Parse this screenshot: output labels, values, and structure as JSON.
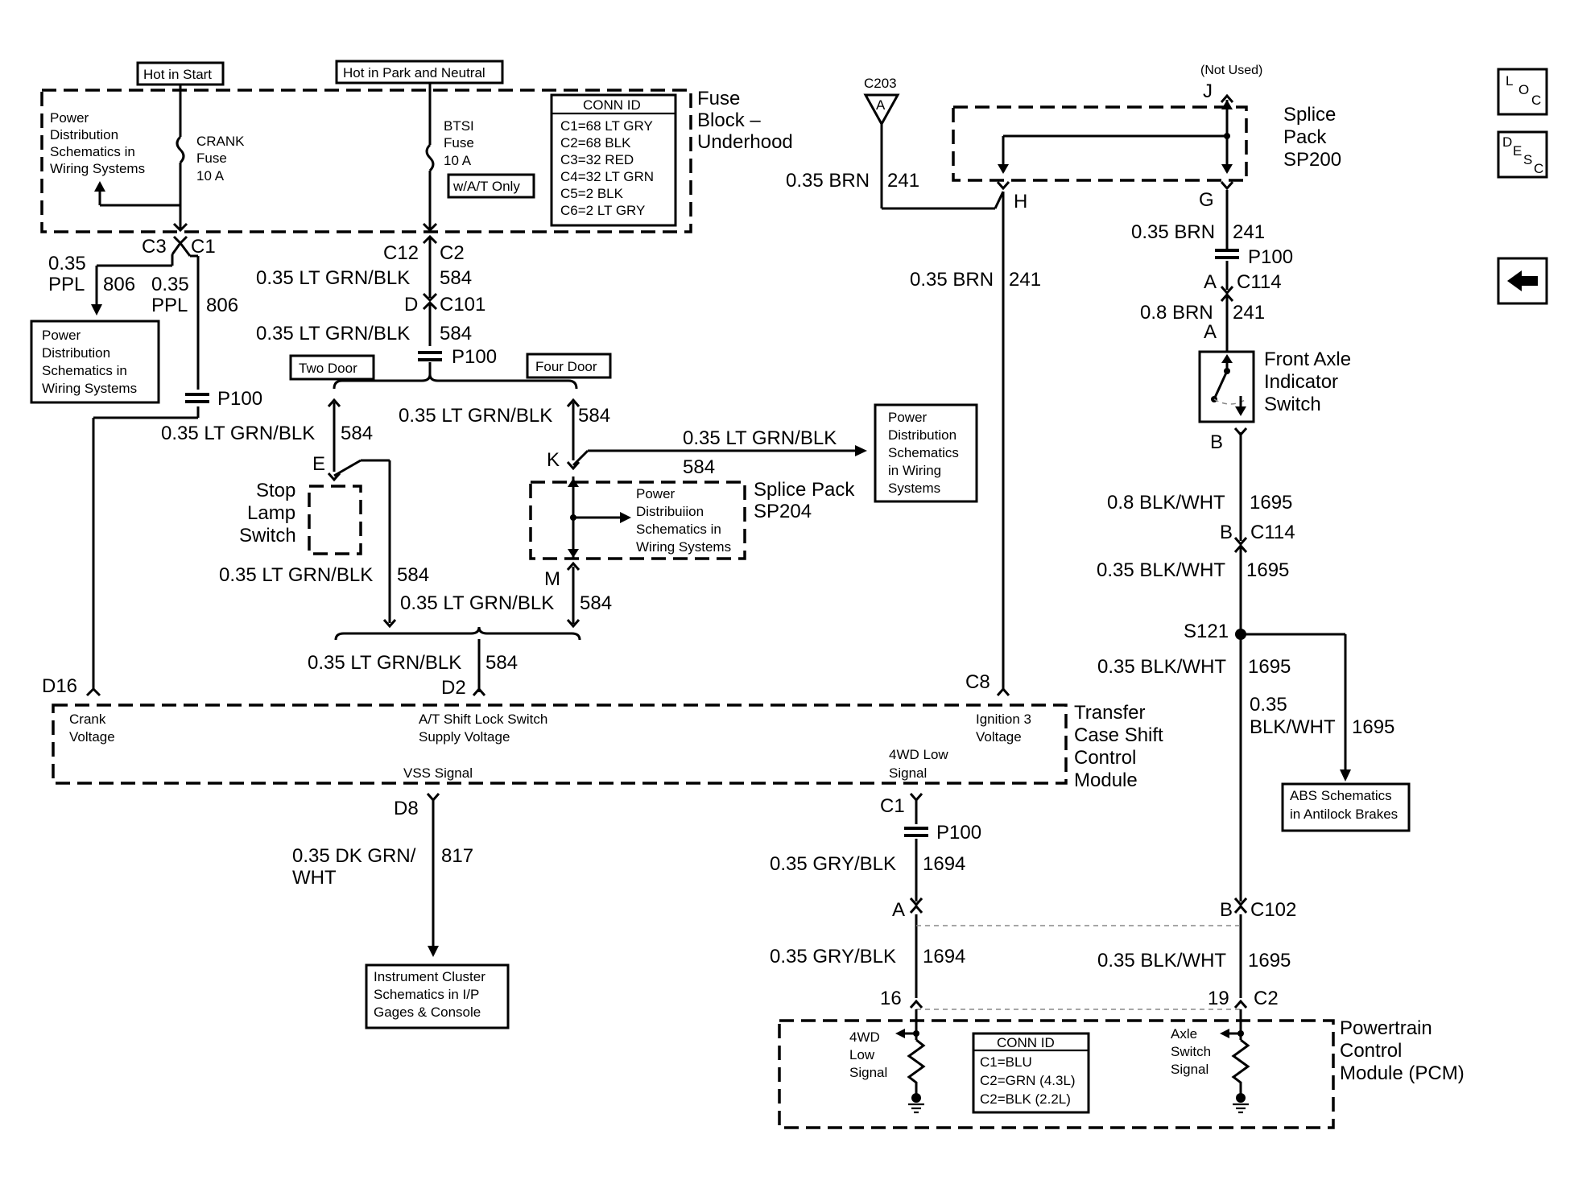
{
  "nav": {
    "loc_L": "L",
    "loc_O": "O",
    "loc_C": "C",
    "desc_D": "D",
    "desc_E": "E",
    "desc_S": "S",
    "desc_C": "C"
  },
  "fuse_block": {
    "title_l1": "Fuse",
    "title_l2": "Block –",
    "title_l3": "Underhood",
    "hot_start": "Hot in Start",
    "hot_park": "Hot in Park and Neutral",
    "pd_l1": "Power",
    "pd_l2": "Distribution",
    "pd_l3": "Schematics in",
    "pd_l4": "Wiring Systems",
    "crank_l1": "CRANK",
    "crank_l2": "Fuse",
    "crank_l3": "10 A",
    "btsi_l1": "BTSI",
    "btsi_l2": "Fuse",
    "btsi_l3": "10 A",
    "at_only": "w/A/T Only",
    "conn_title": "CONN ID",
    "conn": [
      "C1=68 LT GRY",
      "C2=68 BLK",
      "C3=32 RED",
      "C4=32 LT GRN",
      "C5=2 BLK",
      "C6=2 LT GRY"
    ]
  },
  "labels": {
    "c3": "C3",
    "c1": "C1",
    "c12": "C12",
    "c2": "C2",
    "ppl": "0.35",
    "ppl2": "PPL",
    "n806": "806",
    "ppl_b": "0.35",
    "ppl_b2": "PPL",
    "n806_b": "806",
    "w584_a": "0.35 LT GRN/BLK",
    "n584_a": "584",
    "d": "D",
    "c101": "C101",
    "w584_b": "0.35 LT GRN/BLK",
    "n584_b": "584",
    "p100_a": "P100",
    "p100_b": "P100",
    "two_door": "Two Door",
    "four_door": "Four Door",
    "w584_c": "0.35 LT GRN/BLK",
    "n584_c": "584",
    "w584_d": "0.35 LT GRN/BLK",
    "n584_d": "584",
    "w584_e": "0.35 LT GRN/BLK",
    "n584_e": "584",
    "e": "E",
    "k": "K",
    "m": "M",
    "stop_l1": "Stop",
    "stop_l2": "Lamp",
    "stop_l3": "Switch",
    "w584_f": "0.35 LT GRN/BLK",
    "n584_f": "584",
    "w584_g": "0.35 LT GRN/BLK",
    "n584_g": "584",
    "w584_h": "0.35 LT GRN/BLK",
    "n584_h": "584",
    "sp204_l1": "Splice Pack",
    "sp204_l2": "SP204",
    "pd2_l1": "Power",
    "pd2_l2": "Distribution",
    "pd2_l3": "Schematics in",
    "pd2_l4": "Wiring Systems",
    "pd3_l1": "Power",
    "pd3_l2": "Distribution",
    "pd3_l3": "Schematics",
    "pd3_l4": "in Wiring",
    "pd3_l5": "Systems",
    "pd4_l1": "Power",
    "pd4_l2": "Distribuiion",
    "pd4_l3": "Schematics in",
    "pd4_l4": "Wiring Systems",
    "d16": "D16",
    "d2": "D2",
    "c8": "C8",
    "d8": "D8",
    "c203": "C203",
    "a_tri": "A",
    "brn_a": "0.35 BRN",
    "n241_a": "241",
    "brn_b": "0.35 BRN",
    "n241_b": "241",
    "h": "H",
    "g": "G",
    "j": "J",
    "not_used": "(Not Used)",
    "sp200_l1": "Splice",
    "sp200_l2": "Pack",
    "sp200_l3": "SP200",
    "brn_c": "0.35 BRN",
    "n241_c": "241",
    "p100_c": "P100",
    "a_c114": "A",
    "c114_a": "C114",
    "brn_d": "0.8 BRN",
    "n241_d": "241",
    "a_sw": "A",
    "fa_l1": "Front Axle",
    "fa_l2": "Indicator",
    "fa_l3": "Switch",
    "b_sw": "B",
    "bw_a": "0.8 BLK/WHT",
    "n1695_a": "1695",
    "b_c114": "B",
    "c114_b": "C114",
    "bw_b": "0.35 BLK/WHT",
    "n1695_b": "1695",
    "s121": "S121",
    "bw_c": "0.35 BLK/WHT",
    "n1695_c": "1695",
    "bw_d1": "0.35",
    "bw_d2": "BLK/WHT",
    "n1695_d": "1695",
    "abs_l1": "ABS Schematics",
    "abs_l2": "in Antilock Brakes",
    "tcm_l1": "Transfer",
    "tcm_l2": "Case Shift",
    "tcm_l3": "Control",
    "tcm_l4": "Module",
    "crank_v1": "Crank",
    "crank_v2": "Voltage",
    "at_v1": "A/T Shift Lock Switch",
    "at_v2": "Supply Voltage",
    "ign_v1": "Ignition 3",
    "ign_v2": "Voltage",
    "vss": "VSS Signal",
    "wd_s1": "4WD Low",
    "wd_s2": "Signal",
    "dk_a": "0.35 DK GRN/",
    "dk_b": "WHT",
    "n817": "817",
    "ic_l1": "Instrument Cluster",
    "ic_l2": "Schematics in I/P",
    "ic_l3": "Gages & Console",
    "c1_b": "C1",
    "p100_d": "P100",
    "gb_a": "0.35 GRY/BLK",
    "n1694_a": "1694",
    "a_c102": "A",
    "b_c102": "B",
    "c102": "C102",
    "gb_b": "0.35 GRY/BLK",
    "n1694_b": "1694",
    "bw_e": "0.35 BLK/WHT",
    "n1695_e": "1695",
    "p16": "16",
    "p19": "19",
    "c2_pcm": "C2",
    "pcm_l1": "Powertrain",
    "pcm_l2": "Control",
    "pcm_l3": "Module (PCM)",
    "wdl_1": "4WD",
    "wdl_2": "Low",
    "wdl_3": "Signal",
    "ax_1": "Axle",
    "ax_2": "Switch",
    "ax_3": "Signal",
    "pcm_conn_title": "CONN ID",
    "pcm_conn": [
      "C1=BLU",
      "C2=GRN (4.3L)",
      "C2=BLK (2.2L)"
    ]
  }
}
